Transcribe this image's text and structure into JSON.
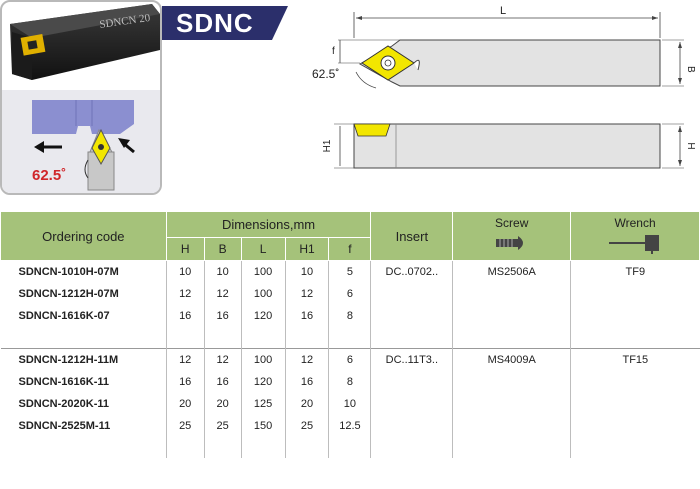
{
  "product": {
    "title": "SDNC",
    "body_engraving": "SDNCN 20",
    "angle_label": "62.5˚"
  },
  "drawing": {
    "length_label": "L",
    "f_label": "f",
    "angle_label": "62.5˚",
    "b_label": "B",
    "h1_label": "H1",
    "h_label": "H"
  },
  "table": {
    "headers": {
      "ordering_code": "Ordering code",
      "dimensions": "Dimensions,mm",
      "insert": "Insert",
      "screw": "Screw",
      "wrench": "Wrench",
      "dims": [
        "H",
        "B",
        "L",
        "H1",
        "f"
      ]
    },
    "group1": {
      "insert": "DC..0702..",
      "screw": "MS2506A",
      "wrench": "TF9",
      "rows": [
        {
          "code": "SDNCN-1010H-07M",
          "H": "10",
          "B": "10",
          "L": "100",
          "H1": "10",
          "f": "5"
        },
        {
          "code": "SDNCN-1212H-07M",
          "H": "12",
          "B": "12",
          "L": "100",
          "H1": "12",
          "f": "6"
        },
        {
          "code": "SDNCN-1616K-07",
          "H": "16",
          "B": "16",
          "L": "120",
          "H1": "16",
          "f": "8"
        }
      ]
    },
    "group2": {
      "insert": "DC..11T3..",
      "screw": "MS4009A",
      "wrench": "TF15",
      "rows": [
        {
          "code": "SDNCN-1212H-11M",
          "H": "12",
          "B": "12",
          "L": "100",
          "H1": "12",
          "f": "6"
        },
        {
          "code": "SDNCN-1616K-11",
          "H": "16",
          "B": "16",
          "L": "120",
          "H1": "16",
          "f": "8"
        },
        {
          "code": "SDNCN-2020K-11",
          "H": "20",
          "B": "20",
          "L": "125",
          "H1": "20",
          "f": "10"
        },
        {
          "code": "SDNCN-2525M-11",
          "H": "25",
          "B": "25",
          "L": "150",
          "H1": "25",
          "f": "12.5"
        }
      ]
    }
  },
  "colors": {
    "header_green": "#a5c27a",
    "banner_navy": "#2b2f6b",
    "insert_yellow": "#f2e600",
    "angle_red": "#d0262a",
    "workpiece_blue": "#8b8fd0"
  }
}
